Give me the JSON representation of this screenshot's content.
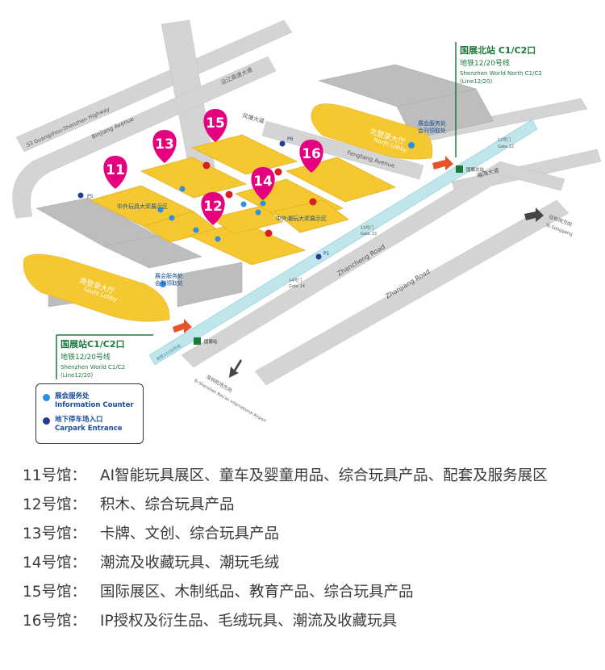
{
  "map": {
    "roads": {
      "guangshen": "S3 Guangzhou-Shenzhen Highway",
      "binjiang": "Binjiang Avenue",
      "fengtang": "Fengtang Avenue",
      "zhancheng": "Zhancheng Road",
      "zhanjiang": "Zhanjiang Road",
      "top_cn": "沿江高速大道",
      "right_cn": "福海大道",
      "fengtang_cn": "风塘大道",
      "to_songgang_cn": "往松岗方向",
      "to_songgang": "To Songgang",
      "to_airport_cn": "深圳机场方向",
      "to_airport": "To Shenzhen Bao'an International Airport",
      "metro_line": "地铁12/20号线"
    },
    "halls": [
      {
        "num": "11"
      },
      {
        "num": "12"
      },
      {
        "num": "13"
      },
      {
        "num": "14"
      },
      {
        "num": "15"
      },
      {
        "num": "16"
      }
    ],
    "lobbies": {
      "north_cn": "北登录大厅",
      "north_en": "North Lobby",
      "south_cn": "南登录大厅",
      "south_en": "South Lobby"
    },
    "stations": {
      "north": {
        "title": "国展北站 C1/C2口",
        "line": "地铁12/20号线",
        "en": "Shenzhen World North C1/C2",
        "en2": "(Line12/20)"
      },
      "south": {
        "title": "国展站C1/C2口",
        "line": "地铁12/20号线",
        "en": "Shenzhen World  C1/C2",
        "en2": "(Line12/20)"
      },
      "north_exit": "国展北站",
      "south_exit": "国展站"
    },
    "annotations": {
      "service_north_1": "展会服务处",
      "service_north_2": "会刊领取处",
      "service_south_1": "展会服务处",
      "service_south_2": "会刊领取处",
      "award_11": "中外玩具大奖展示区",
      "award_14": "中外潮玩大奖展示区"
    },
    "gates": {
      "g12_cn": "12号门",
      "g12": "Gate 12",
      "g13_cn": "13号门",
      "g13": "Gate 13",
      "g14_cn": "14号门",
      "g14": "Gate 14"
    },
    "parking": {
      "p1": "P1",
      "p5": "P5",
      "p6": "P6"
    }
  },
  "legend": {
    "info_cn": "展会服务处",
    "info_en": "Information Counter",
    "info_color": "#2d8fe0",
    "car_cn": "地下停车场入口",
    "car_en": "Carpark Entrance",
    "car_color": "#253d8f"
  },
  "hall_list": [
    {
      "label": "11号馆：",
      "desc": "AI智能玩具展区、童车及婴童用品、综合玩具产品、配套及服务展区"
    },
    {
      "label": "12号馆：",
      "desc": "积木、综合玩具产品"
    },
    {
      "label": "13号馆：",
      "desc": "卡牌、文创、综合玩具产品"
    },
    {
      "label": "14号馆：",
      "desc": "潮流及收藏玩具、潮玩毛绒"
    },
    {
      "label": "15号馆：",
      "desc": "国际展区、木制纸品、教育产品、综合玩具产品"
    },
    {
      "label": "16号馆：",
      "desc": "IP授权及衍生品、毛绒玩具、潮流及收藏玩具"
    }
  ],
  "colors": {
    "hall": "#f5c831",
    "pin": "#e4007f",
    "metro": "#bfe6ea",
    "road": "#d4d4d4",
    "building": "#bdbdbd",
    "green": "#1a7a3c"
  }
}
